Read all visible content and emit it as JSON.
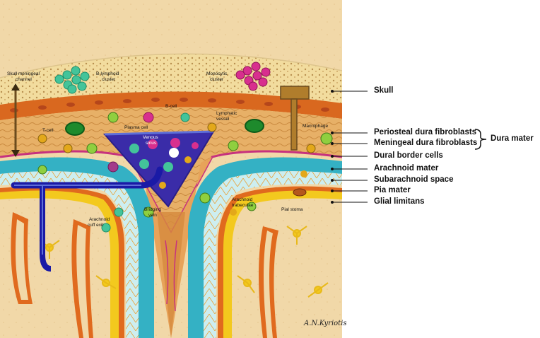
{
  "structure_labels": {
    "skull": "Skull",
    "periosteal": "Periosteal dura fibroblasts",
    "meningeal": "Meningeal dura fibroblasts",
    "dura_mater": "Dura mater",
    "dural_border": "Dural border cells",
    "arachnoid_mater": "Arachnoid mater",
    "subarachnoid_space": "Subarachnoid space",
    "pia_mater": "Pia mater",
    "glial_limitans": "Glial limitans"
  },
  "cell_labels": {
    "skull_channel_1": "Skull meningeal",
    "skull_channel_2": "channel",
    "b_cluster_1": "B-lymphoid",
    "b_cluster_2": "cluster",
    "mono_cluster_1": "Monocytic",
    "mono_cluster_2": "cluster",
    "b_cell": "B-cell",
    "plasma_cell": "Plasma cell",
    "lymph_1": "Lymphatic",
    "lymph_2": "vessel",
    "t_cell": "T-cell",
    "macrophage": "Macrophage",
    "venous_1": "Venous",
    "venous_2": "sinus",
    "cuff_1": "Arachnoid",
    "cuff_2": "cuff exit",
    "bridging_1": "Bridging",
    "bridging_2": "vein",
    "trab_1": "Arachnoid",
    "trab_2": "trabeculae",
    "pial_stoma": "Pial stoma"
  },
  "signature": "A.N.Kyriotis",
  "colors": {
    "skull_bone": "#f2dc9e",
    "dura": "#e7b067",
    "arachnoid": "#34b1c4",
    "subarachnoid": "#cdeef0",
    "pia": "#e06a1e",
    "glia": "#f3c91e",
    "brain": "#f1d8a8",
    "sinus": "#3a2ca8",
    "label": "#111111"
  }
}
